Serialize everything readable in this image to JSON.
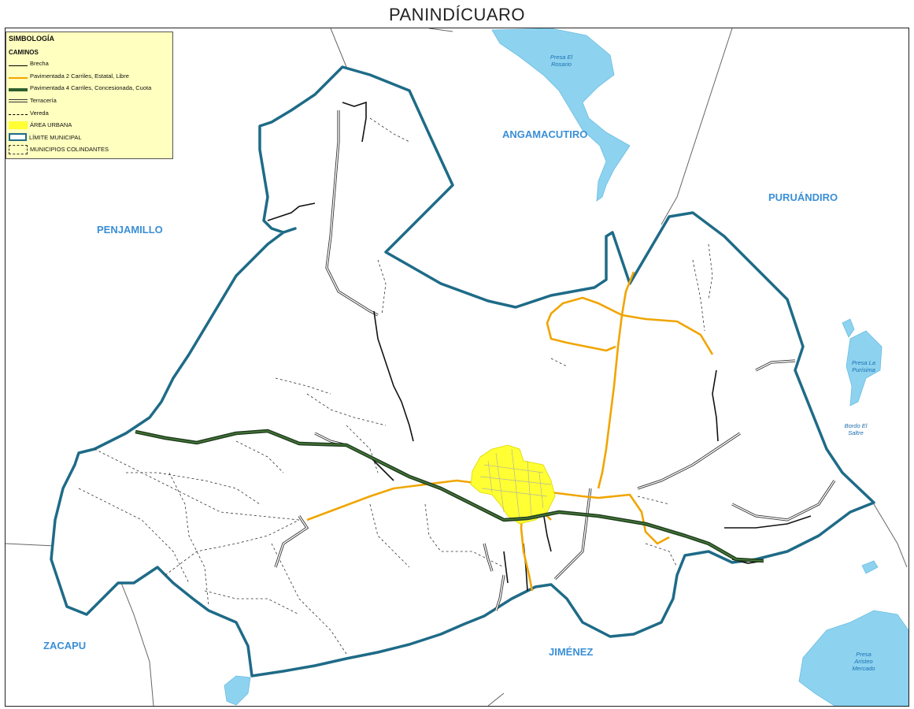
{
  "title": "PANINDÍCUARO",
  "legend": {
    "title": "SIMBOLOGÍA",
    "section": "CAMINOS",
    "items": [
      {
        "label": "Brecha",
        "symbol": "line-black-thin"
      },
      {
        "label": "Pavimentada 2 Carriles, Estatal, Libre",
        "symbol": "line-orange"
      },
      {
        "label": "Pavimentada 4 Carriles, Concesionada, Cuota",
        "symbol": "line-dark-green"
      },
      {
        "label": "Terracería",
        "symbol": "double-line"
      },
      {
        "label": "Vereda",
        "symbol": "dashed-line"
      },
      {
        "label": "ÁREA URBANA",
        "symbol": "yellow-fill"
      },
      {
        "label": "LÍMITE MUNICIPAL",
        "symbol": "blue-outline-box"
      },
      {
        "label": "MUNICIPIOS COLINDANTES",
        "symbol": "dashed-box"
      }
    ]
  },
  "municipalities": {
    "angamacutiro": "ANGAMACUTIRO",
    "puruandiro": "PURUÁNDIRO",
    "penjamillo": "PENJAMILLO",
    "zacapu": "ZACAPU",
    "jimenez": "JIMÉNEZ"
  },
  "water_bodies": {
    "rosario": [
      "Presa El",
      "Rosario"
    ],
    "purisima": [
      "Presa La",
      "Purísima"
    ],
    "saltre": [
      "Bordo El",
      "Saltre"
    ],
    "mercado": [
      "Presa",
      "Aristeo",
      "Mercado"
    ]
  },
  "colors": {
    "boundary": "#1e6b87",
    "highway_toll": "#2e5e2e",
    "state_road": "#f0a500",
    "urban_area": "#ffff33",
    "water": "#8dd3f0",
    "municipality_label": "#3a8fd6",
    "legend_bg": "#ffffbf"
  }
}
